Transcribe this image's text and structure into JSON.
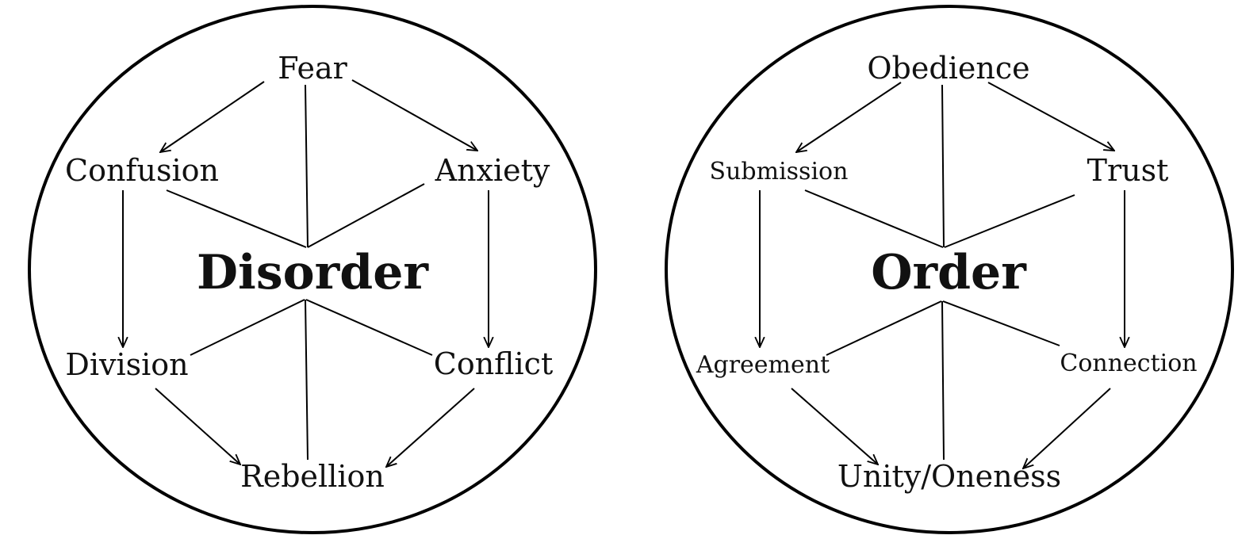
{
  "diagrams": [
    {
      "center": "Disorder",
      "top": "Fear",
      "upper_left": "Confusion",
      "upper_right": "Anxiety",
      "lower_left": "Division",
      "lower_right": "Conflict",
      "bottom": "Rebellion"
    },
    {
      "center": "Order",
      "top": "Obedience",
      "upper_left": "Submission",
      "upper_right": "Trust",
      "lower_left": "Agreement",
      "lower_right": "Connection",
      "bottom": "Unity/Oneness"
    }
  ]
}
